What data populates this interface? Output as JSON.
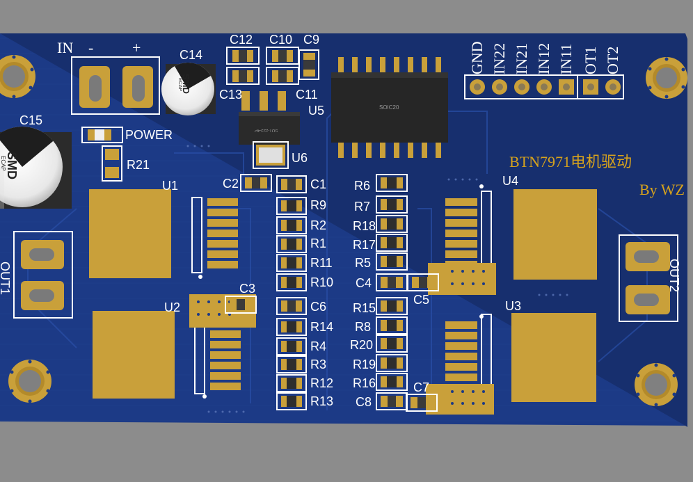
{
  "board": {
    "colors": {
      "background": "#8c8c8c",
      "substrate": "#1c3a86",
      "silkscreen": "#ffffff",
      "copper": "#c9a03a",
      "title": "#d6a21d"
    },
    "title_label": "BTN7971电机驱动",
    "author_label": "By WZ",
    "connectors": {
      "input": {
        "name": "IN",
        "minus": "-",
        "plus": "+"
      },
      "power_label": "POWER",
      "out1": "OUT1",
      "out2": "OUT2",
      "header_pins": [
        "GND",
        "IN22",
        "IN21",
        "IN12",
        "IN11",
        "OT1",
        "OT2"
      ]
    },
    "ecap": {
      "main": "SMD",
      "sub": "ECAP"
    },
    "chips": {
      "u5_package": "SOIC20",
      "u6_package": "SOT-223-4P"
    },
    "designators": {
      "C1": "C1",
      "C2": "C2",
      "C3": "C3",
      "C4": "C4",
      "C5": "C5",
      "C6": "C6",
      "C7": "C7",
      "C8": "C8",
      "C9": "C9",
      "C10": "C10",
      "C11": "C11",
      "C12": "C12",
      "C13": "C13",
      "C14": "C14",
      "C15": "C15",
      "R1": "R1",
      "R2": "R2",
      "R3": "R3",
      "R4": "R4",
      "R5": "R5",
      "R6": "R6",
      "R7": "R7",
      "R8": "R8",
      "R9": "R9",
      "R10": "R10",
      "R11": "R11",
      "R12": "R12",
      "R13": "R13",
      "R14": "R14",
      "R15": "R15",
      "R16": "R16",
      "R17": "R17",
      "R18": "R18",
      "R19": "R19",
      "R20": "R20",
      "R21": "R21",
      "U1": "U1",
      "U2": "U2",
      "U3": "U3",
      "U4": "U4",
      "U5": "U5",
      "U6": "U6"
    }
  }
}
